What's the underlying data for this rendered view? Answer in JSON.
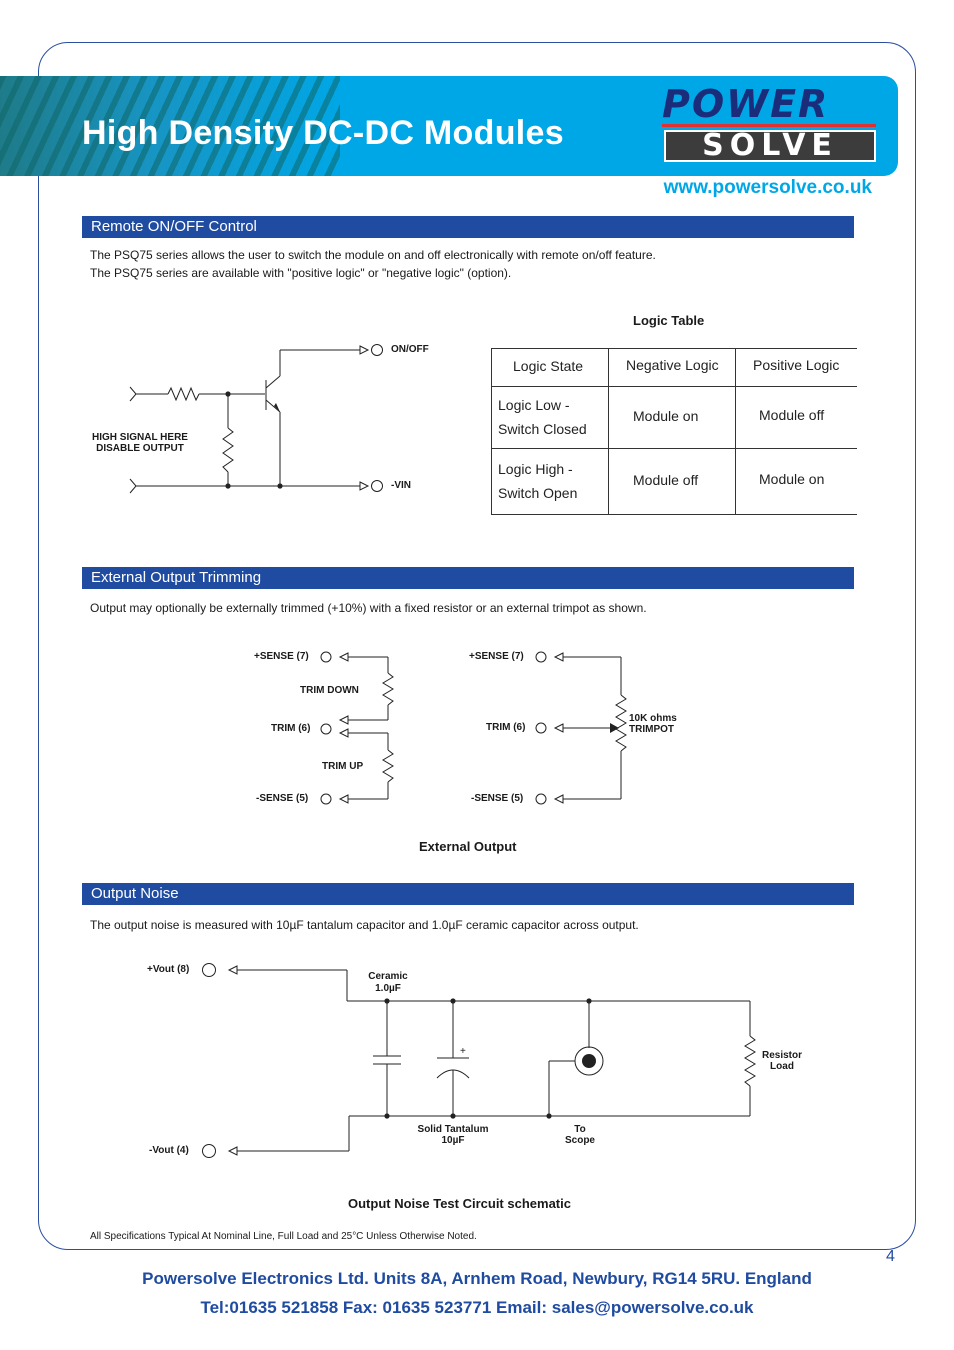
{
  "header": {
    "title": "High Density DC-DC Modules",
    "logo_top": "POWER",
    "logo_bottom": "SOLVE",
    "url": "www.powersolve.co.uk"
  },
  "sections": {
    "remote": {
      "heading": "Remote ON/OFF Control",
      "line1": "The PSQ75 series allows the user to switch the module on and off electronically with remote on/off feature.",
      "line2": "The PSQ75 series are available with \"positive logic\" or \"negative logic\" (option).",
      "labels": {
        "on_off": "ON/OFF",
        "vin": "-VIN",
        "high_signal_1": "HIGH SIGNAL HERE",
        "high_signal_2": "DISABLE OUTPUT"
      },
      "logic_table": {
        "title": "Logic Table",
        "headers": [
          "Logic State",
          "Negative Logic",
          "Positive Logic"
        ],
        "rows": [
          {
            "state_1": "Logic Low -",
            "state_2": "Switch Closed",
            "negative": "Module on",
            "positive": "Module off"
          },
          {
            "state_1": "Logic High -",
            "state_2": "Switch Open",
            "negative": "Module off",
            "positive": "Module on"
          }
        ]
      }
    },
    "trim": {
      "heading": "External Output Trimming",
      "text": "Output may optionally be externally trimmed (+10%) with a fixed resistor or an external trimpot as shown.",
      "left": {
        "sense_plus": "+SENSE (7)",
        "trim_down": "TRIM DOWN",
        "trim": "TRIM (6)",
        "trim_up": "TRIM UP",
        "sense_minus": "-SENSE (5)"
      },
      "right": {
        "sense_plus": "+SENSE (7)",
        "trim": "TRIM (6)",
        "sense_minus": "-SENSE (5)",
        "trimpot_1": "10K ohms",
        "trimpot_2": "TRIMPOT"
      },
      "caption": "External Output"
    },
    "noise": {
      "heading": "Output Noise",
      "text": "The output noise is measured with 10µF tantalum capacitor and 1.0µF ceramic capacitor across output.",
      "labels": {
        "vout_plus": "+Vout (8)",
        "vout_minus": "-Vout (4)",
        "ceramic_1": "Ceramic",
        "ceramic_2": "1.0µF",
        "tantalum_1": "Solid Tantalum",
        "tantalum_2": "10µF",
        "scope_1": "To",
        "scope_2": "Scope",
        "load_1": "Resistor",
        "load_2": "Load",
        "plus": "+"
      },
      "caption": "Output Noise Test Circuit schematic"
    }
  },
  "footer": {
    "note": "All Specifications Typical At Nominal Line, Full Load and 25°C Unless Otherwise Noted.",
    "page": "4",
    "address": "Powersolve Electronics Ltd. Units 8A, Arnhem Road, Newbury, RG14 5RU. England",
    "contact": "Tel:01635 521858  Fax: 01635 523771 Email: sales@powersolve.co.uk"
  },
  "colors": {
    "banner": "#00a7e6",
    "section_bar": "#1f4ba0",
    "brand_navy": "#1b2d7a",
    "frame": "#2a4fa0"
  }
}
